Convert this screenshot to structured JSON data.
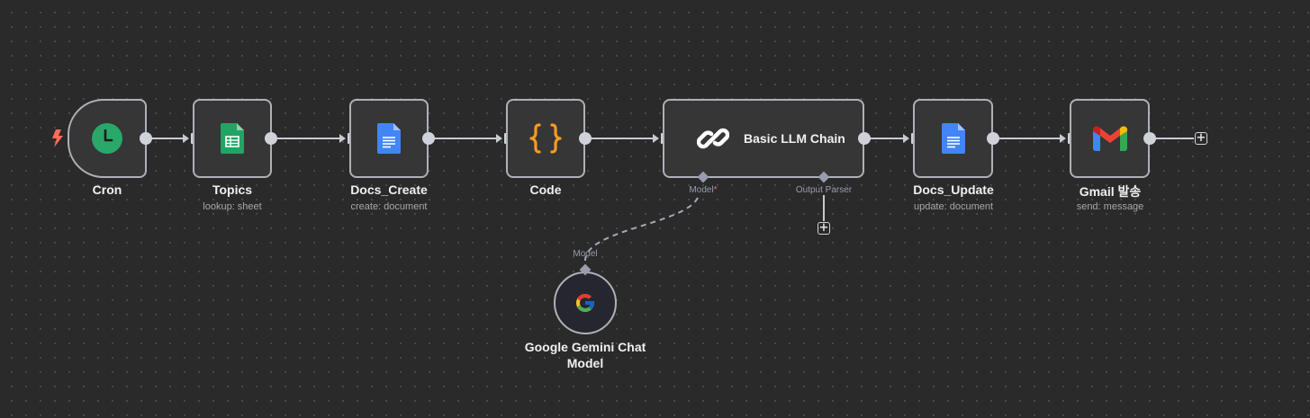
{
  "workflow": {
    "nodes": [
      {
        "id": "cron",
        "label": "Cron",
        "subtitle": "",
        "icon": "clock-icon",
        "type": "trigger"
      },
      {
        "id": "topics",
        "label": "Topics",
        "subtitle": "lookup: sheet",
        "icon": "google-sheets-icon"
      },
      {
        "id": "docs-create",
        "label": "Docs_Create",
        "subtitle": "create: document",
        "icon": "google-docs-icon"
      },
      {
        "id": "code",
        "label": "Code",
        "subtitle": "",
        "icon": "code-braces-icon"
      },
      {
        "id": "llm-chain",
        "label": "Basic LLM Chain",
        "subtitle": "",
        "icon": "link-chain-icon"
      },
      {
        "id": "docs-update",
        "label": "Docs_Update",
        "subtitle": "update: document",
        "icon": "google-docs-icon"
      },
      {
        "id": "gmail",
        "label": "Gmail 발송",
        "subtitle": "send: message",
        "icon": "gmail-icon"
      },
      {
        "id": "gemini",
        "label_line1": "Google Gemini Chat",
        "label_line2": "Model",
        "icon": "google-g-icon"
      }
    ],
    "llm_ports": {
      "model_label": "Model",
      "model_required_mark": "*",
      "output_parser_label": "Output Parser"
    },
    "gemini_port_label": "Model",
    "add_symbol": "+",
    "colors": {
      "trigger_bolt": "#ff6d5a",
      "clock_green": "#29a869",
      "sheets_green": "#21a464",
      "docs_blue": "#4285f4",
      "code_orange": "#ff9922"
    }
  }
}
